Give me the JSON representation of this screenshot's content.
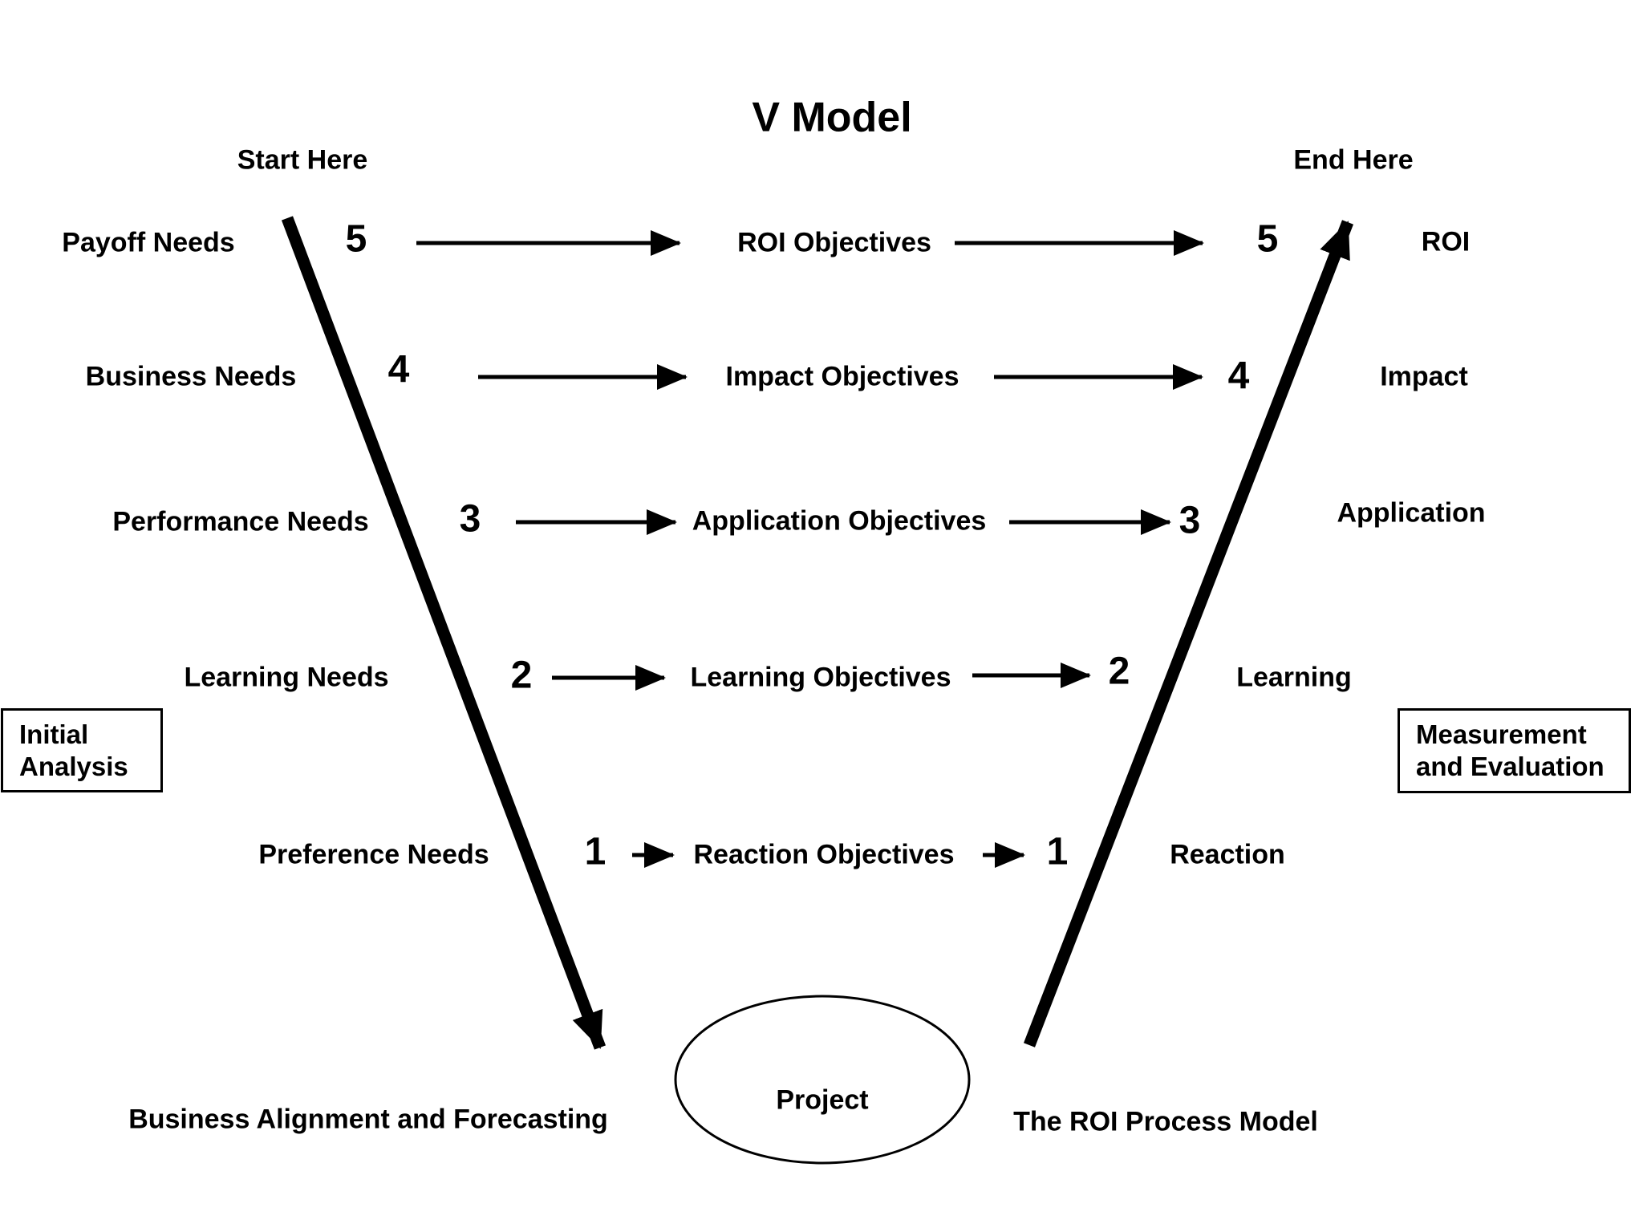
{
  "title": "V Model",
  "header": {
    "start": "Start Here",
    "end": "End Here"
  },
  "rows": [
    {
      "level": "5",
      "need": "Payoff Needs",
      "objective": "ROI Objectives",
      "result": "ROI"
    },
    {
      "level": "4",
      "need": "Business Needs",
      "objective": "Impact Objectives",
      "result": "Impact"
    },
    {
      "level": "3",
      "need": "Performance Needs",
      "objective": "Application Objectives",
      "result": "Application"
    },
    {
      "level": "2",
      "need": "Learning Needs",
      "objective": "Learning Objectives",
      "result": "Learning"
    },
    {
      "level": "1",
      "need": "Preference Needs",
      "objective": "Reaction Objectives",
      "result": "Reaction"
    }
  ],
  "boxes": {
    "initial_analysis": {
      "line1": "Initial",
      "line2": "Analysis"
    },
    "measurement_evaluation": {
      "line1": "Measurement",
      "line2": "and Evaluation"
    }
  },
  "bottom": {
    "left_caption": "Business Alignment and Forecasting",
    "project": "Project",
    "right_caption": "The ROI Process Model"
  },
  "colors": {
    "ink": "#000000",
    "background": "#ffffff"
  }
}
